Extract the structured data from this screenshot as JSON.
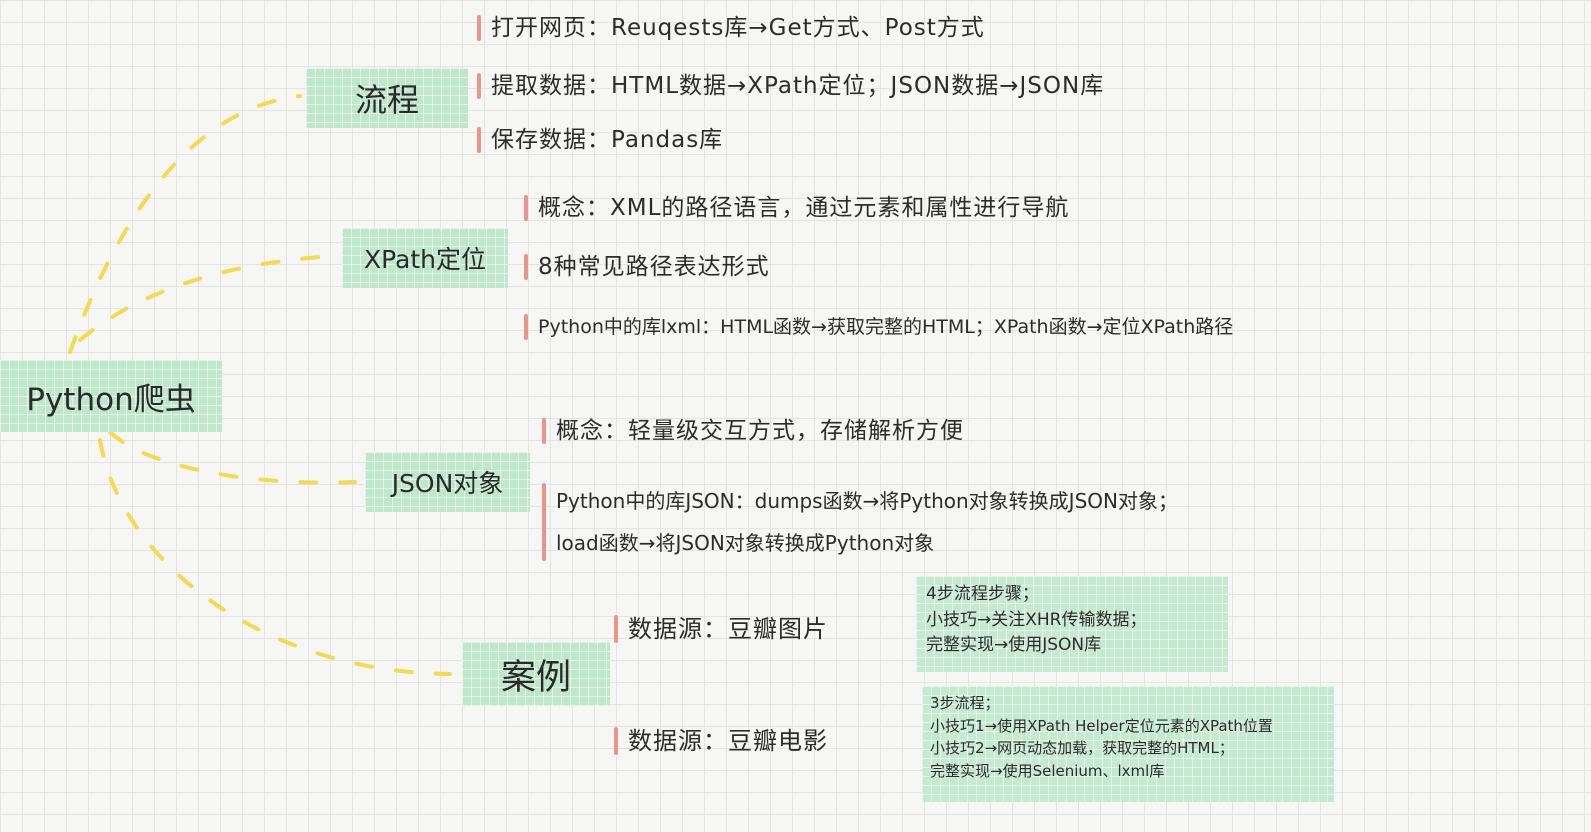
{
  "root": {
    "label": "Python爬虫"
  },
  "branches": {
    "flow": {
      "label": "流程",
      "items": [
        "打开网页：Reuqests库→Get方式、Post方式",
        "提取数据：HTML数据→XPath定位；JSON数据→JSON库",
        "保存数据：Pandas库"
      ]
    },
    "xpath": {
      "label": "XPath定位",
      "items": [
        "概念：XML的路径语言，通过元素和属性进行导航",
        "8种常见路径表达形式",
        "Python中的库lxml：HTML函数→获取完整的HTML；XPath函数→定位XPath路径"
      ]
    },
    "json": {
      "label": "JSON对象",
      "concept": "概念：轻量级交互方式，存储解析方便",
      "lib_lines": [
        "Python中的库JSON：dumps函数→将Python对象转换成JSON对象；",
        "load函数→将JSON对象转换成Python对象"
      ]
    },
    "cases": {
      "label": "案例",
      "case1": {
        "source": "数据源：豆瓣图片",
        "notes": [
          "4步流程步骤；",
          "小技巧→关注XHR传输数据；",
          "完整实现→使用JSON库"
        ]
      },
      "case2": {
        "source": "数据源：豆瓣电影",
        "notes": [
          "3步流程；",
          "小技巧1→使用XPath Helper定位元素的XPath位置",
          "小技巧2→网页动态加载，获取完整的HTML；",
          "完整实现→使用Selenium、lxml库"
        ]
      }
    }
  },
  "colors": {
    "node_fill": "#bfe7cb",
    "leaf_marker": "#e9958a",
    "connector": "#f3da4f"
  }
}
